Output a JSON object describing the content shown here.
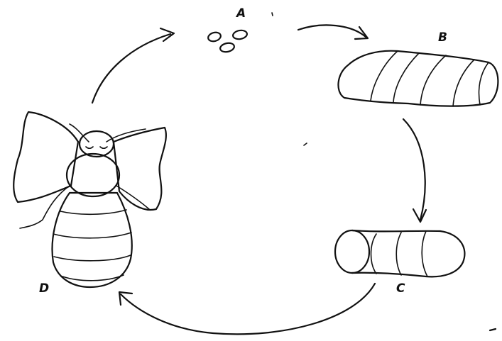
{
  "stages": {
    "egg": {
      "label": "A",
      "icon": "eggs-icon"
    },
    "larva": {
      "label": "B",
      "icon": "larva-icon"
    },
    "pupa": {
      "label": "C",
      "icon": "pupa-icon"
    },
    "adult": {
      "label": "D",
      "icon": "bee-icon"
    }
  },
  "colors": {
    "ink": "#111111",
    "background": "#ffffff"
  }
}
